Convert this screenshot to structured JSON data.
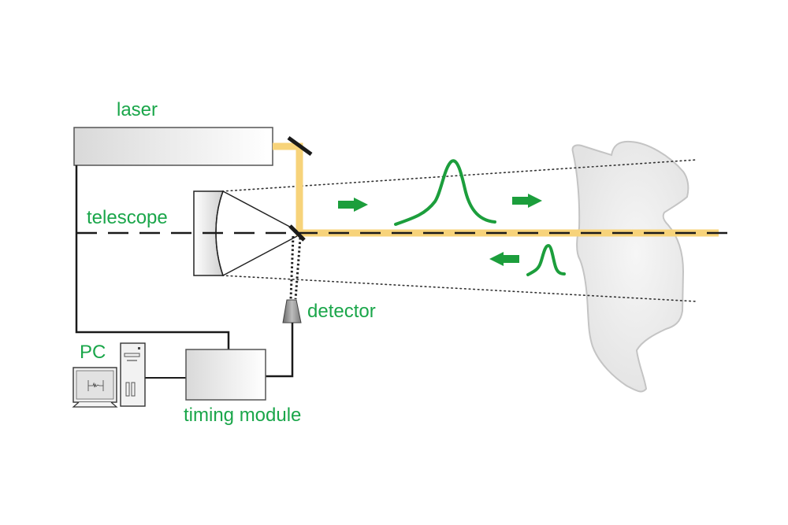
{
  "title": "Lidar measurement setup",
  "labels": {
    "laser": "laser",
    "telescope": "telescope",
    "detector": "detector",
    "pc": "PC",
    "timing_module": "timing module"
  },
  "colors": {
    "label_green": "#1aa64a",
    "pulse_green": "#1c9e3c",
    "beam_yellow": "#f7d37a",
    "outline": "#222222",
    "box_fill": "#e6e6e6",
    "cloud_fill": "#ececec",
    "cloud_stroke": "#c4c4c4"
  },
  "elements": {
    "emitted_pulse": "outgoing laser pulse (wide)",
    "return_pulse": "backscattered return pulse (narrow)",
    "outgoing_arrows": "direction right",
    "return_arrow": "direction left",
    "target": "cloud / aerosol target"
  }
}
